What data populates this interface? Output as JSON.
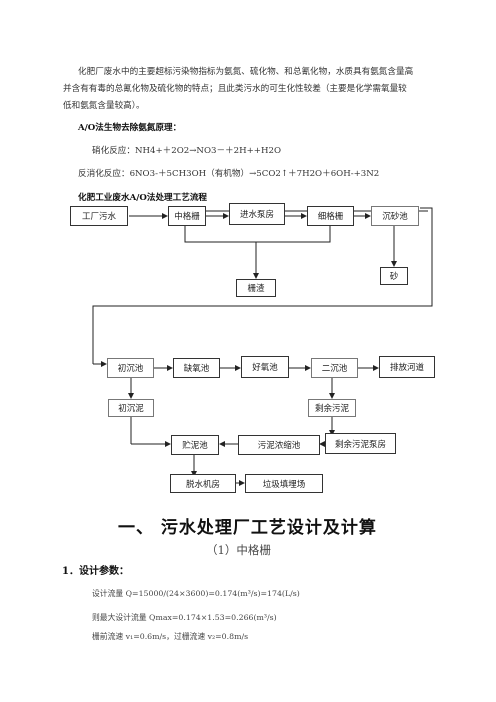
{
  "intro": {
    "line1": "化肥厂废水中的主要超标污染物指标为氨氮、硫化物、和总氰化物，水质具有氨氮含量高",
    "line2": "并含有有毒的总氰化物及硫化物的特点；且此类污水的可生化性较差（主要是化学需氧量较",
    "line3": "低和氨氮含量较高）。"
  },
  "principle": {
    "heading": "A/O法生物去除氨氮原理：",
    "nitrification": "硝化反应：NH4+＋2O2→NO3－＋2H++H2O",
    "denitrification": "反消化反应：6NO3-＋5CH3OH（有机物）→5CO2↑＋7H2O＋6OH-+3N2"
  },
  "flow": {
    "heading": "化肥工业废水A/O法处理工艺流程",
    "nodes": {
      "factory": "工厂污水",
      "mid_grille": "中格栅",
      "pump_room": "进水泵房",
      "fine_grille": "细格栅",
      "grit_tank": "沉砂池",
      "sand": "砂",
      "screenings": "栅渣",
      "primary_tank": "初沉池",
      "anoxic_tank": "缺氧池",
      "aerobic_tank": "好氧池",
      "secondary_tank": "二沉池",
      "discharge": "排放河道",
      "primary_sludge": "初沉泥",
      "excess_sludge": "剩余污泥",
      "sludge_store": "贮泥池",
      "thickener": "污泥浓缩池",
      "excess_pump": "剩余污泥泵房",
      "dewater": "脱水机房",
      "landfill": "垃圾填埋场"
    }
  },
  "section": {
    "title": "一、  污水处理厂工艺设计及计算",
    "subtitle": "（1）中格栅"
  },
  "params": {
    "heading": "1．设计参数：",
    "q_design": "设计流量 Q=15000/(24×3600)=0.174(m³/s)=174(L/s)",
    "q_max": "则最大设计流量 Qmax=0.174×1.53=0.266(m³/s)",
    "velocity": "栅前流速 v₁=0.6m/s，过栅流速 v₂=0.8m/s"
  }
}
